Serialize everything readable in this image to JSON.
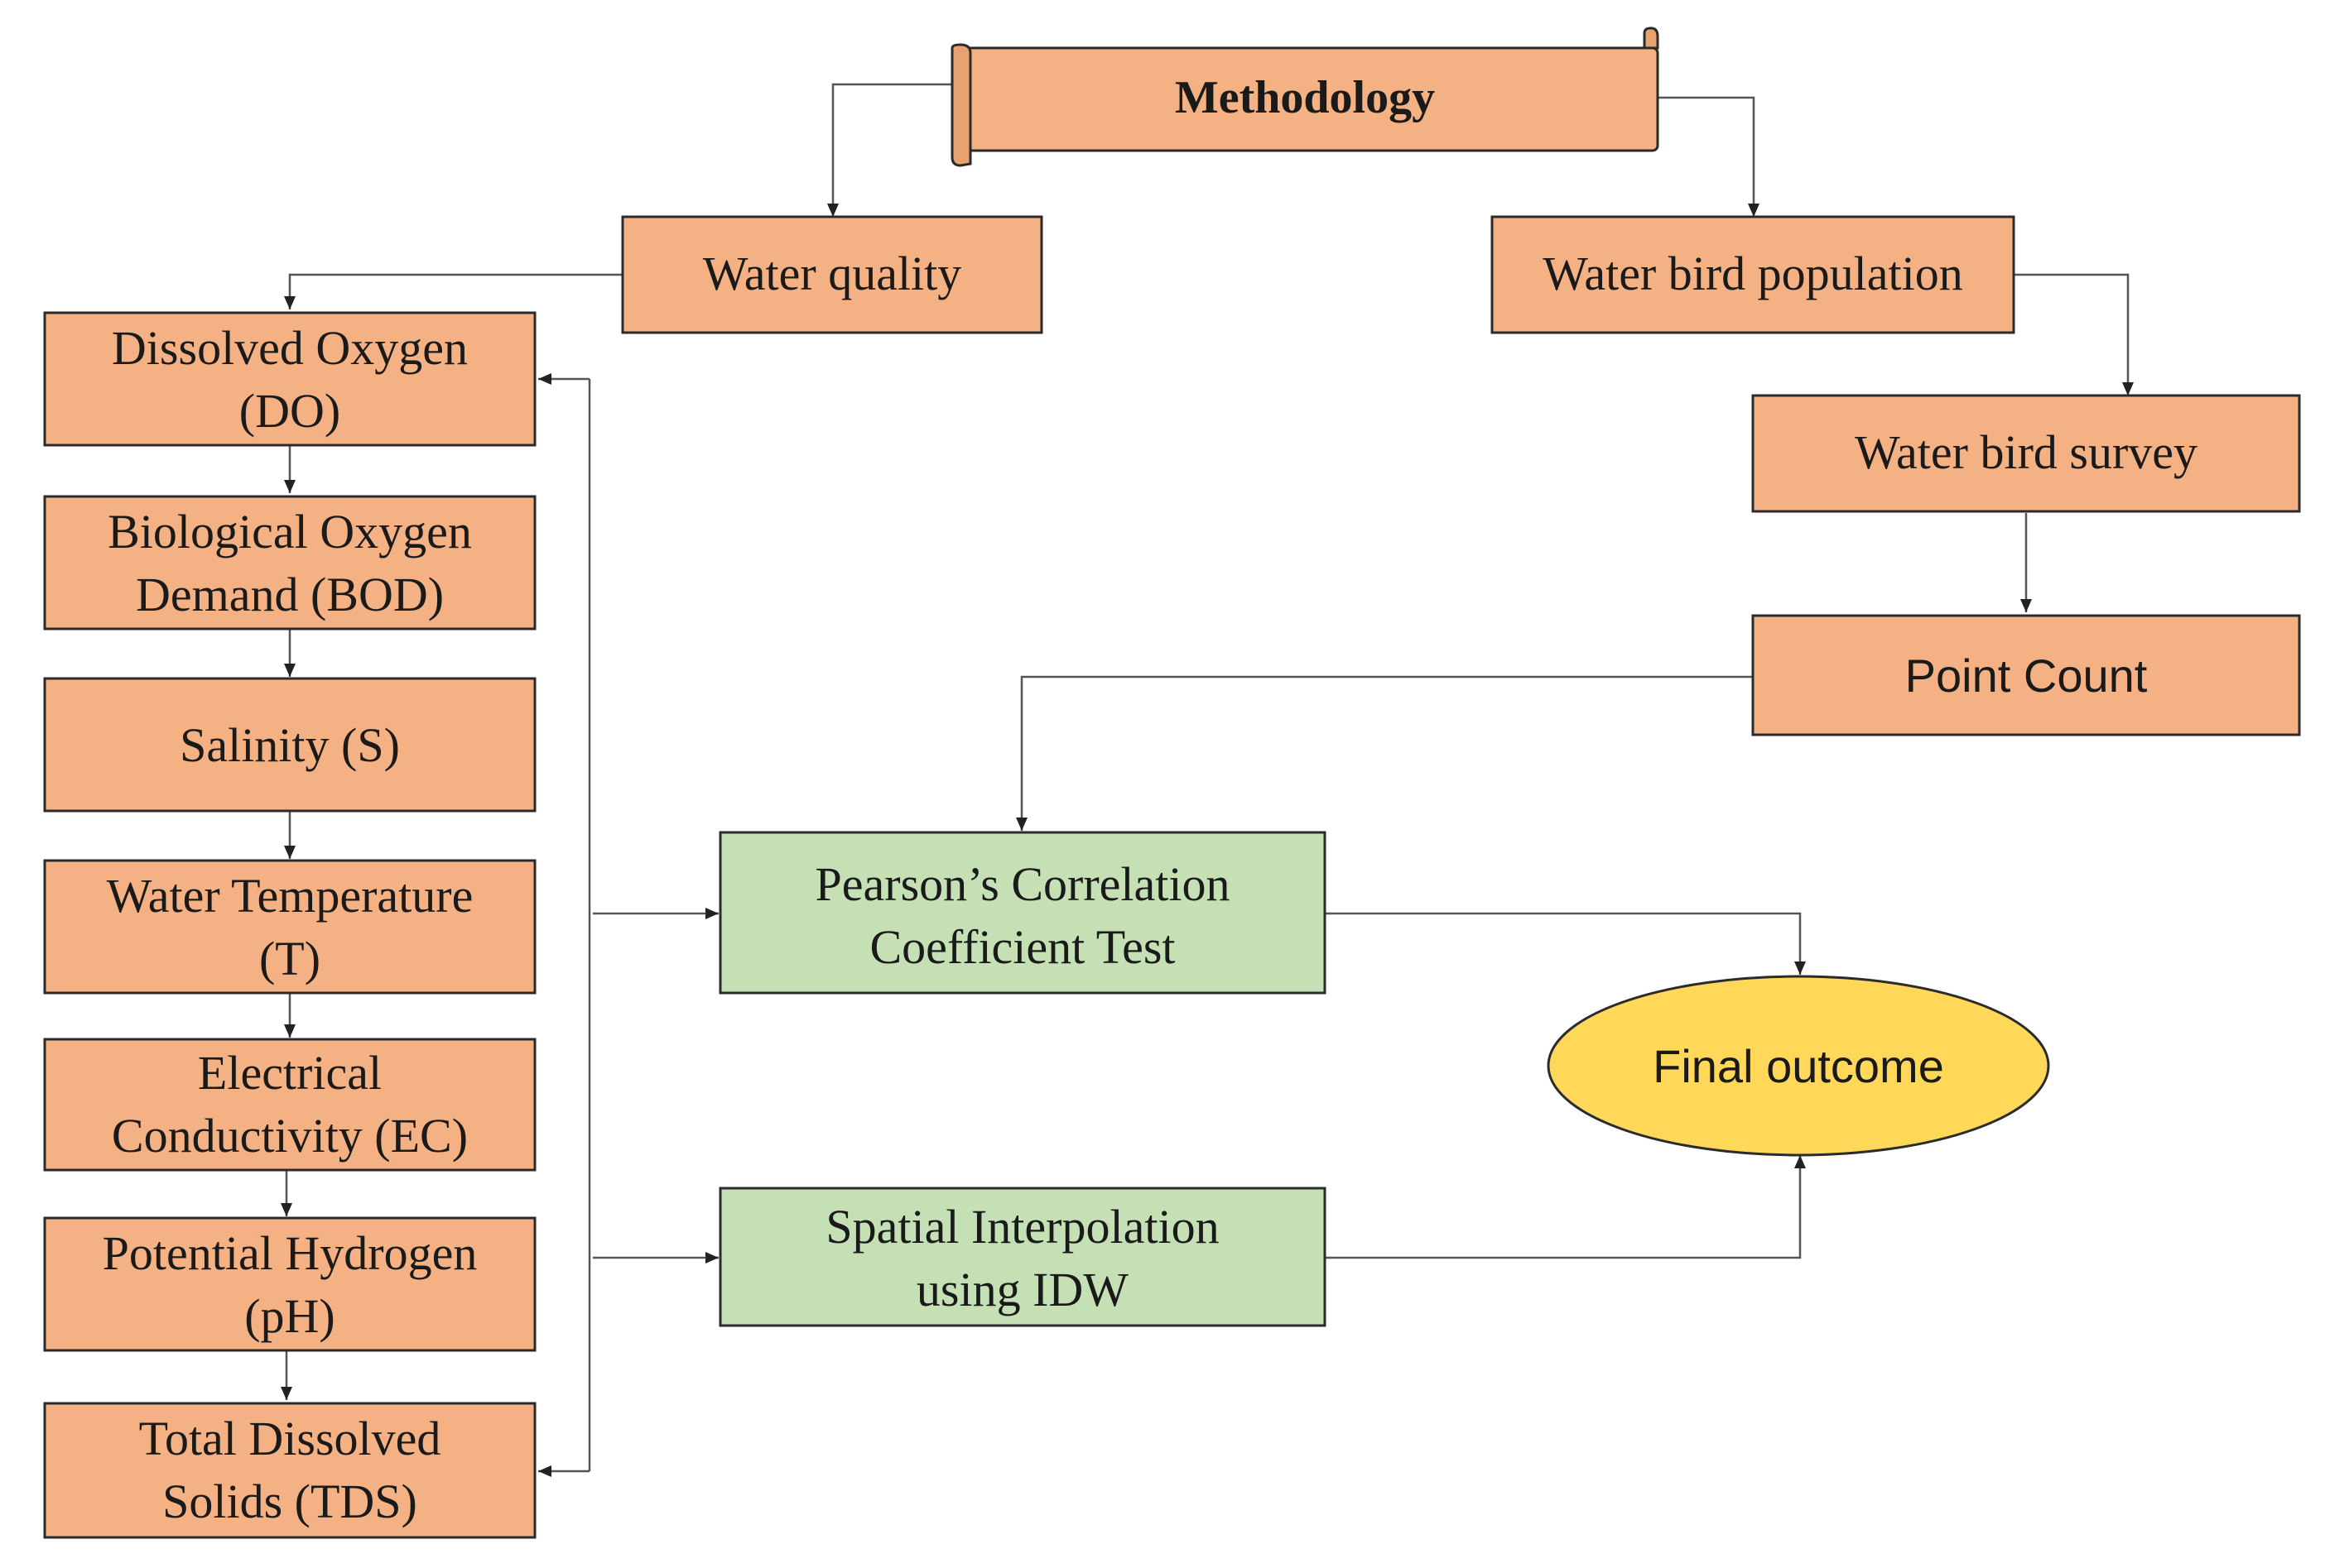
{
  "colors": {
    "orange_box": "#F4B183",
    "green_box": "#C5E0B4",
    "yellow_ellipse": "#FFD85A",
    "box_border": "#2b2b2b",
    "connector": "#555555"
  },
  "title": "Methodology",
  "water_quality": {
    "label": "Water quality",
    "parameters": [
      {
        "line1": "Dissolved Oxygen",
        "line2": "(DO)"
      },
      {
        "line1": "Biological Oxygen",
        "line2": "Demand (BOD)"
      },
      {
        "line1": "Salinity (S)",
        "line2": ""
      },
      {
        "line1": "Water Temperature",
        "line2": "(T)"
      },
      {
        "line1": "Electrical",
        "line2": "Conductivity (EC)"
      },
      {
        "line1": "Potential Hydrogen",
        "line2": "(pH)"
      },
      {
        "line1": "Total Dissolved",
        "line2": "Solids (TDS)"
      }
    ]
  },
  "water_bird": {
    "population": "Water bird population",
    "survey": "Water bird survey",
    "point_count": "Point Count"
  },
  "analysis": {
    "pearson": {
      "line1": "Pearson’s Correlation",
      "line2": "Coefficient Test"
    },
    "spatial": {
      "line1": "Spatial Interpolation",
      "line2": "using IDW"
    }
  },
  "outcome": "Final outcome"
}
